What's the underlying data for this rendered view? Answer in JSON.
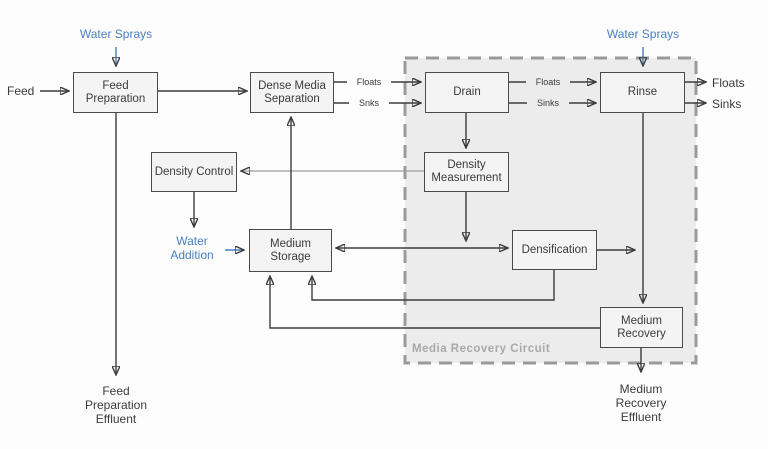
{
  "nodes": {
    "feed_preparation": {
      "label": "Feed Preparation"
    },
    "dense_media_separation": {
      "label": "Dense Media Separation"
    },
    "drain": {
      "label": "Drain"
    },
    "rinse": {
      "label": "Rinse"
    },
    "density_control": {
      "label": "Density Control"
    },
    "density_measurement": {
      "label": "Density Measurement"
    },
    "medium_storage": {
      "label": "Medium Storage"
    },
    "densification": {
      "label": "Densification"
    },
    "medium_recovery": {
      "label": "Medium Recovery"
    }
  },
  "streams": {
    "feed_input": "Feed",
    "water_sprays_feed": "Water Sprays",
    "water_sprays_rinse": "Water Sprays",
    "water_addition": "Water Addition",
    "floats_output": "Floats",
    "sinks_output": "Sinks",
    "feed_preparation_effluent": "Feed Preparation Effluent",
    "medium_recovery_effluent": "Medium Recovery Effluent"
  },
  "edge_labels": {
    "dms_to_drain_floats": "Floats",
    "dms_to_drain_sinks": "Snks",
    "drain_to_rinse_floats": "Floats",
    "drain_to_rinse_sinks": "Sinks"
  },
  "container": {
    "label": "Media Recovery Circuit"
  },
  "colors": {
    "accent_blue": "#4a7ebd",
    "line_dark": "#3c3c3c",
    "line_gray": "#9c9c9c",
    "node_fill": "#f4f4f4",
    "node_border": "#4a4a4a",
    "container_fill": "#ececec",
    "container_border": "#9a9a9a",
    "container_label": "#a9a9a9",
    "text": "#3b3b3b"
  }
}
